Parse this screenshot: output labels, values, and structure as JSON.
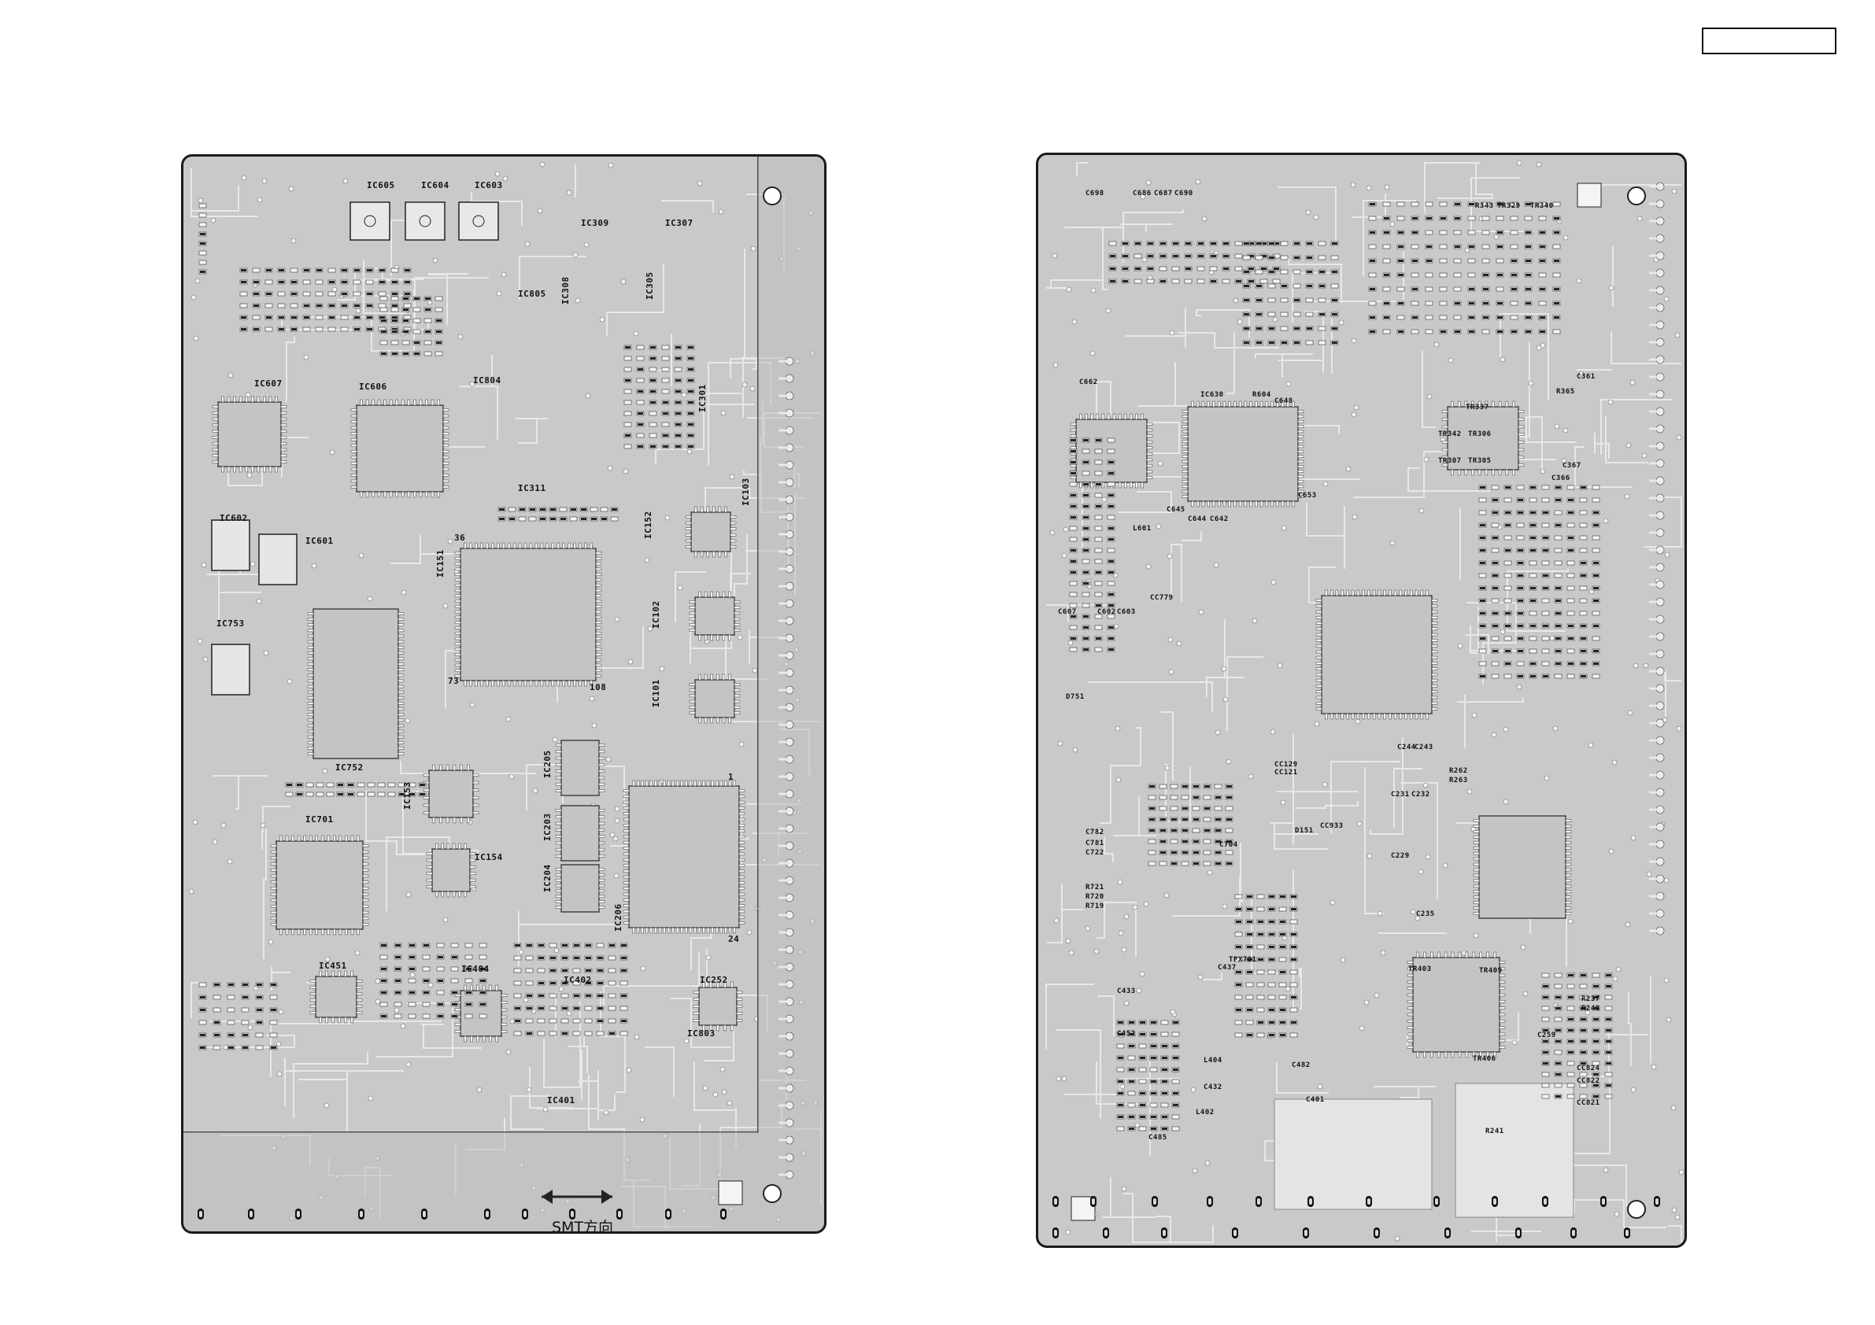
{
  "header": {
    "title_box": ""
  },
  "left_board": {
    "labels": {
      "ic605": "IC605",
      "ic604": "IC604",
      "ic603": "IC603",
      "ic309": "IC309",
      "ic307": "IC307",
      "ic308": "IC308",
      "ic305": "IC305",
      "ic805": "IC805",
      "ic606": "IC606",
      "ic607": "IC607",
      "ic804": "IC804",
      "ic301": "IC301",
      "ic311": "IC311",
      "ic602": "IC602",
      "ic601": "IC601",
      "ic152": "IC152",
      "ic103": "IC103",
      "ic151": "IC151",
      "ic753": "IC753",
      "ic102": "IC102",
      "ic101": "IC101",
      "ic752": "IC752",
      "ic153": "IC153",
      "ic205": "IC205",
      "ic701": "IC701",
      "ic203": "IC203",
      "ic154": "IC154",
      "ic204": "IC204",
      "ic206": "IC206",
      "ic451": "IC451",
      "ic404": "IC404",
      "ic402": "IC402",
      "ic252": "IC252",
      "ic803": "IC803",
      "ic401": "IC401",
      "pin1": "1",
      "pin24": "24",
      "pin36": "36",
      "pin73": "73",
      "pin108": "108"
    },
    "smt_label": "SMT方向"
  },
  "right_board": {
    "labels": {
      "c698": "C698",
      "c686": "C686",
      "c687": "C687",
      "c690": "C690",
      "r343": "R343",
      "tr329": "TR329",
      "tr340": "TR340",
      "tr337": "TR337",
      "tr342": "TR342",
      "tr306": "TR306",
      "tr307": "TR307",
      "tr305": "TR305",
      "r365": "R365",
      "c361": "C361",
      "c367": "C367",
      "c366": "C366",
      "ic630": "IC630",
      "r604": "R604",
      "c648": "C648",
      "c653": "C653",
      "c645": "C645",
      "c644": "C644",
      "c642": "C642",
      "l601": "L601",
      "c662": "C662",
      "c602": "C602",
      "c603": "C603",
      "c607": "C607",
      "d751": "D751",
      "cc779": "CC779",
      "cc129": "CC129",
      "cc121": "CC121",
      "d151": "D151",
      "cc933": "CC933",
      "c244": "C244",
      "c243": "C243",
      "r262": "R262",
      "r263": "R263",
      "c231": "C231",
      "c232": "C232",
      "c229": "C229",
      "c235": "C235",
      "c782": "C782",
      "c781": "C781",
      "c722": "C722",
      "c704": "C704",
      "r721": "R721",
      "r720": "R720",
      "r719": "R719",
      "c437": "C437",
      "c433": "C433",
      "c452": "C452",
      "tpx701": "TPX701",
      "tr403": "TR403",
      "tr409": "TR409",
      "tr406": "TR406",
      "r237": "R237",
      "r248": "R248",
      "c259": "C259",
      "cc824": "CC824",
      "cc822": "CC822",
      "cc821": "CC821",
      "l404": "L404",
      "c432": "C432",
      "l402": "L402",
      "c485": "C485",
      "r241": "R241",
      "c401": "C401",
      "c482": "C482"
    }
  }
}
